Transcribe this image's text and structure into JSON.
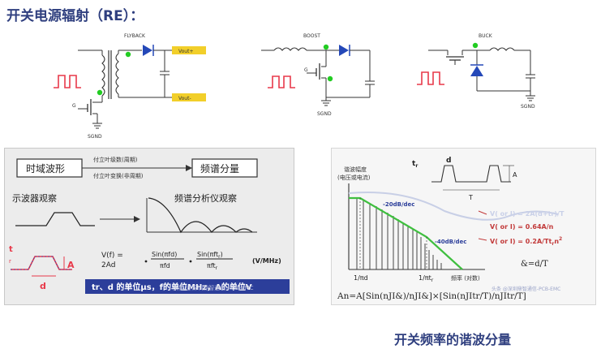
{
  "title": "开关电源辐射（RE）：",
  "caption": "开关频率的谐波分量",
  "circuits": {
    "flyback": {
      "label": "FLYBACK",
      "vout_plus": "Vout+",
      "vout_minus": "Vout-",
      "ground": "SGND",
      "gate": "G"
    },
    "boost": {
      "label": "BOOST",
      "ground": "SGND",
      "gate": "G"
    },
    "buck": {
      "label": "BUCK",
      "ground": "SGND"
    }
  },
  "left_panel": {
    "time_domain": "时域波形",
    "freq_domain": "频谱分量",
    "fourier_series": "付立叶级数(周期)",
    "fourier_transform": "付立叶变换(非周期)",
    "scope": "示波器观察",
    "analyzer": "频谱分析仪观察",
    "eq_lhs": "V(f) =",
    "eq_lhs2": "2Ad",
    "sin1_num": "Sin(πfd)",
    "sin1_den": "πfd",
    "sin2_num": "Sin(πft",
    "sin2_num_sub": "r",
    "sin2_num_end": ")",
    "sin2_den": "πft",
    "sin2_den_sub": "r",
    "units_label": "(V/MHz)",
    "units_line": "tr、d 的单位μs，f的单位MHz，A的单位V",
    "pulse_t": "t",
    "pulse_r": "r",
    "pulse_A": "A",
    "pulse_d": "d",
    "watermark": "头条 @深圳鼎智通信-PCB-EMC"
  },
  "right_panel": {
    "harm_amp": "谐波幅度",
    "harm_amp2": "(电压或电流)",
    "slope1": "-20dB/dec",
    "slope2": "-40dB/dec",
    "x1": "1/πd",
    "x2": "1/πt",
    "x2_sub": "r",
    "freq_label": "频率  (对数)",
    "eq1": "V( or I) = 2A(d+tr)/T",
    "eq2": "V( or I) = 0.64A/n",
    "eq3": "V( or I) = 0.2A/Tt",
    "eq3_sub": "r",
    "eq3_end": "n",
    "eq3_sup": "2",
    "amp_ratio": "&=d/T",
    "pulse_tr": "t",
    "pulse_tr_sub": "r",
    "pulse_d": "d",
    "pulse_A": "A",
    "pulse_T": "T",
    "bottom_formula": "An=A[Sin(nJI&)/nJI&]×[Sin(nJItr/T)/nJItr/T]",
    "watermark": "头条 @深圳鼎智通信-PCB-EMC"
  },
  "colors": {
    "heading": "#2f3f7f",
    "waveform_red": "#e8394a",
    "dot_green": "#22cc22",
    "diode_blue": "#2448b8",
    "label_yellow": "#f2cf2a",
    "envelope_green": "#3fbf3f",
    "red_eq": "#c23a3a",
    "blue_eq": "#2c3e9a"
  }
}
